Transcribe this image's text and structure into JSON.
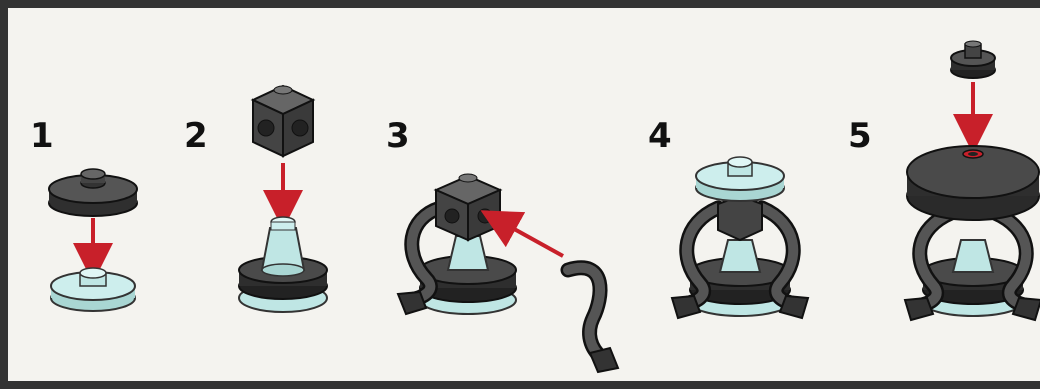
{
  "steps": [
    {
      "number": "1"
    },
    {
      "number": "2"
    },
    {
      "number": "3"
    },
    {
      "number": "4"
    },
    {
      "number": "5"
    }
  ],
  "colors": {
    "background": "#f4f3ef",
    "frame": "#333333",
    "dark_part": "#4a4a4a",
    "trans_part": "#bfe6e4",
    "arrow": "#c8202a"
  }
}
